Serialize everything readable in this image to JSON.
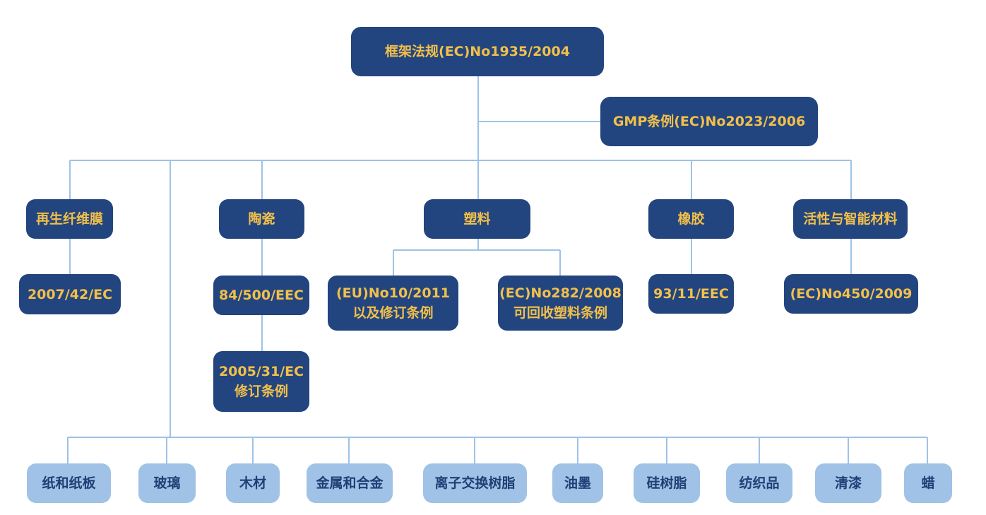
{
  "root": "框架法规(EC)No1935/2004",
  "gmp": "GMP条例(EC)No2023/2006",
  "categories": [
    {
      "label": "再生纤维膜",
      "children": [
        {
          "lines": [
            "2007/42/EC"
          ]
        }
      ]
    },
    {
      "label": "陶瓷",
      "children": [
        {
          "lines": [
            "84/500/EEC"
          ]
        },
        {
          "lines": [
            "2005/31/EC",
            "修订条例"
          ]
        }
      ]
    },
    {
      "label": "塑料",
      "children": [
        {
          "lines": [
            "(EU)No10/2011",
            "以及修订条例"
          ]
        },
        {
          "lines": [
            "(EC)No282/2008",
            "可回收塑料条例"
          ]
        }
      ]
    },
    {
      "label": "橡胶",
      "children": [
        {
          "lines": [
            "93/11/EEC"
          ]
        }
      ]
    },
    {
      "label": "活性与智能材料",
      "children": [
        {
          "lines": [
            "(EC)No450/2009"
          ]
        }
      ]
    }
  ],
  "other_materials": [
    "纸和纸板",
    "玻璃",
    "木材",
    "金属和合金",
    "离子交换树脂",
    "油墨",
    "硅树脂",
    "纺织品",
    "清漆",
    "蜡"
  ],
  "colors": {
    "dark_box": "#23457f",
    "dark_text": "#f2c04a",
    "light_box": "#9fc2e6",
    "light_text": "#1f3f75",
    "connector": "#9fc2e6"
  }
}
